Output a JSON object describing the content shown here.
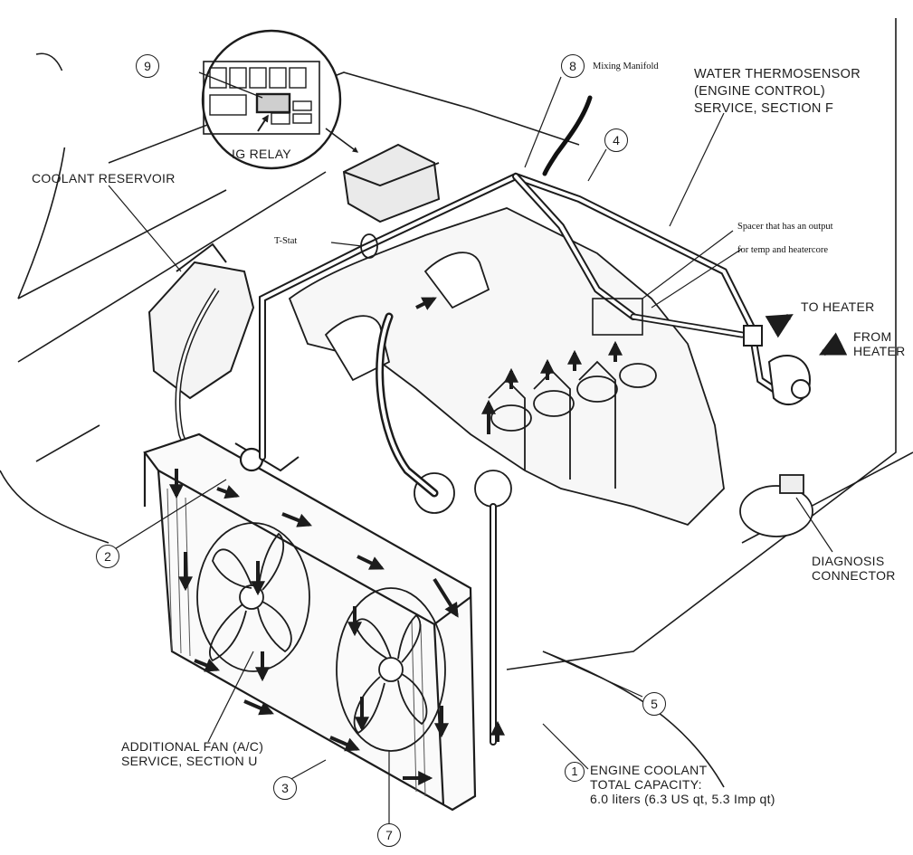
{
  "labels": {
    "coolant_reservoir": "COOLANT RESERVOIR",
    "ig_relay": "IG RELAY",
    "t_stat": "T-Stat",
    "mixing_manifold": "Mixing Manifold",
    "water_thermosensor": "WATER THERMOSENSOR\n(ENGINE CONTROL)\nSERVICE, SECTION F",
    "spacer_note": "Spacer that has an output\nfor temp and heatercore",
    "to_heater": "TO HEATER",
    "from_heater": "FROM\nHEATER",
    "diagnosis_connector": "DIAGNOSIS\nCONNECTOR",
    "additional_fan": "ADDITIONAL FAN (A/C)\nSERVICE, SECTION U",
    "engine_coolant": "ENGINE COOLANT\nTOTAL CAPACITY:\n6.0 liters (6.3 US qt, 5.3 Imp qt)"
  },
  "callouts": {
    "n1": "1",
    "n2": "2",
    "n3": "3",
    "n4": "4",
    "n5": "5",
    "n7": "7",
    "n8": "8",
    "n9": "9"
  },
  "colors": {
    "ink": "#1c1c1c",
    "paper": "#ffffff"
  }
}
